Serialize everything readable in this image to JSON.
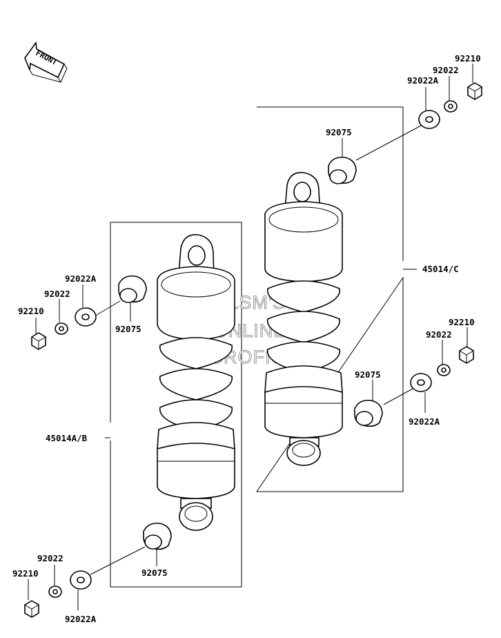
{
  "front_arrow": {
    "label": "FRONT"
  },
  "watermark": {
    "lines": [
      "HLSM'S",
      "ONLINE",
      "MICROFICHE"
    ]
  },
  "left_assembly": {
    "assembly_label": "45014A/B",
    "top": {
      "nut": "92210",
      "washer": "92022",
      "washer_a": "92022A",
      "collar": "92075"
    },
    "bottom": {
      "nut": "92210",
      "washer": "92022",
      "washer_a": "92022A",
      "collar": "92075"
    }
  },
  "right_assembly": {
    "assembly_label": "45014/C",
    "top": {
      "nut": "92210",
      "washer": "92022",
      "washer_a": "92022A",
      "collar": "92075"
    },
    "bottom": {
      "nut": "92210",
      "washer": "92022",
      "washer_a": "92022A",
      "collar": "92075"
    }
  }
}
